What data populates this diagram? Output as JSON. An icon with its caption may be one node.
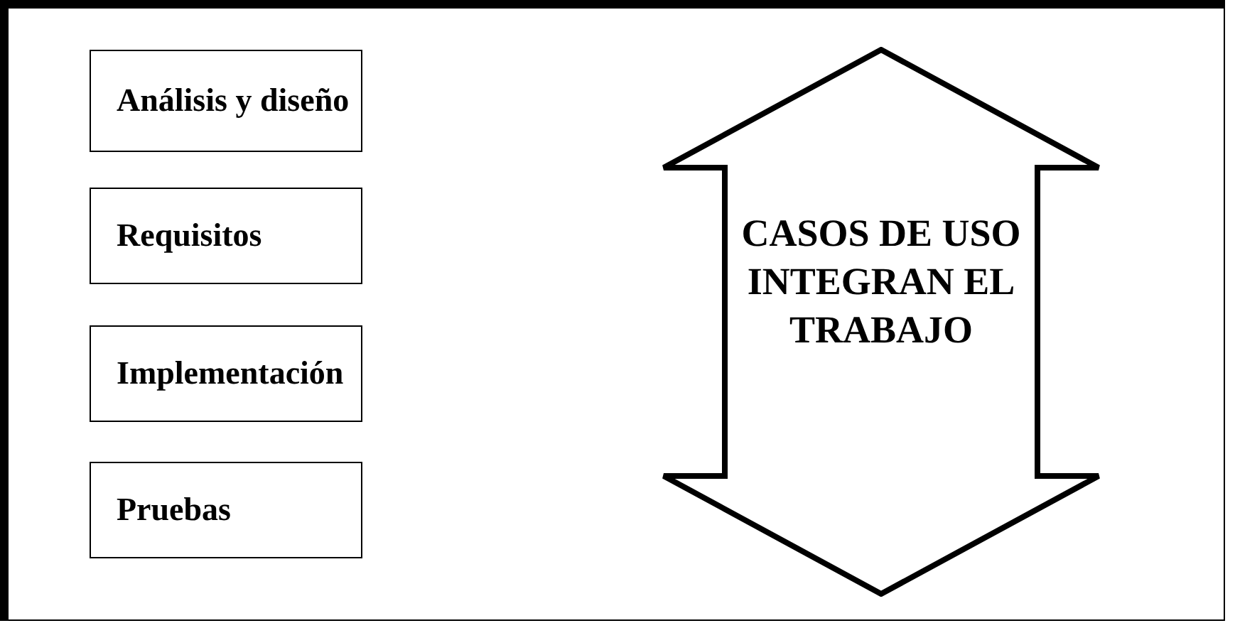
{
  "diagram": {
    "nodes": [
      {
        "text": [
          "Análisis y diseño"
        ]
      },
      {
        "text": [
          "Requisitos"
        ]
      },
      {
        "text": [
          "Implementación"
        ]
      },
      {
        "text": [
          "Pruebas"
        ]
      },
      {
        "text": [
          "CASOS DE USO INTEGRAN EL TRABAJO"
        ]
      }
    ],
    "edges": []
  }
}
